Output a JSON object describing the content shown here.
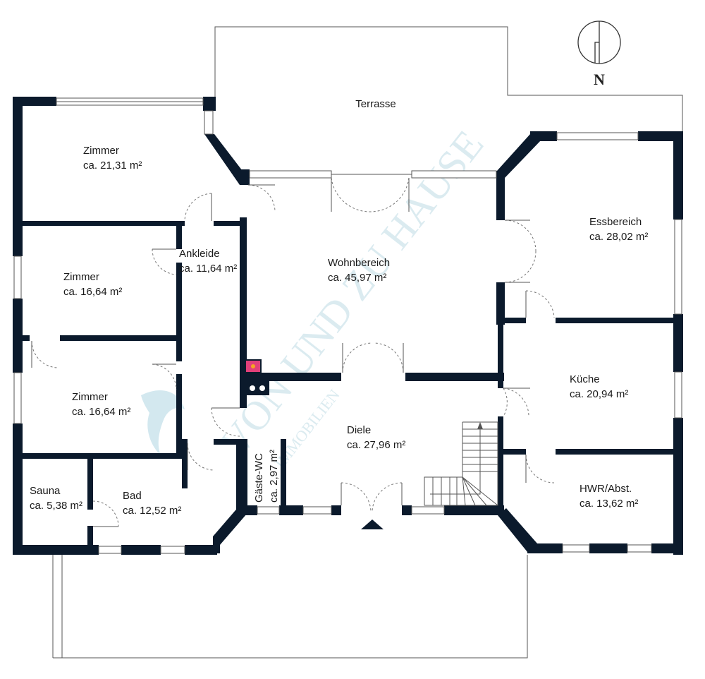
{
  "rooms": {
    "terrasse": {
      "name": "Terrasse"
    },
    "zimmer1": {
      "name": "Zimmer",
      "area": "ca. 21,31 m²"
    },
    "zimmer2": {
      "name": "Zimmer",
      "area": "ca. 16,64 m²"
    },
    "zimmer3": {
      "name": "Zimmer",
      "area": "ca. 16,64 m²"
    },
    "ankleide": {
      "name": "Ankleide",
      "area": "ca. 11,64 m²"
    },
    "wohnbereich": {
      "name": "Wohnbereich",
      "area": "ca. 45,97 m²"
    },
    "essbereich": {
      "name": "Essbereich",
      "area": "ca. 28,02 m²"
    },
    "kueche": {
      "name": "Küche",
      "area": "ca. 20,94 m²"
    },
    "diele": {
      "name": "Diele",
      "area": "ca. 27,96 m²"
    },
    "gaeste_wc": {
      "name": "Gäste-WC",
      "area": "ca. 2,97 m²"
    },
    "sauna": {
      "name": "Sauna",
      "area": "ca. 5,38 m²"
    },
    "bad": {
      "name": "Bad",
      "area": "ca. 12,52 m²"
    },
    "hwr": {
      "name": "HWR/Abst.",
      "area": "ca. 13,62 m²"
    }
  },
  "compass": {
    "label": "N"
  },
  "watermark": {
    "line1": "VON UND ZU HAUSE",
    "line2": "IMMOBILIEN"
  },
  "colors": {
    "wall": "#0b1a2c",
    "stove": "#e2407a",
    "watermark": "#d7e9ef"
  }
}
